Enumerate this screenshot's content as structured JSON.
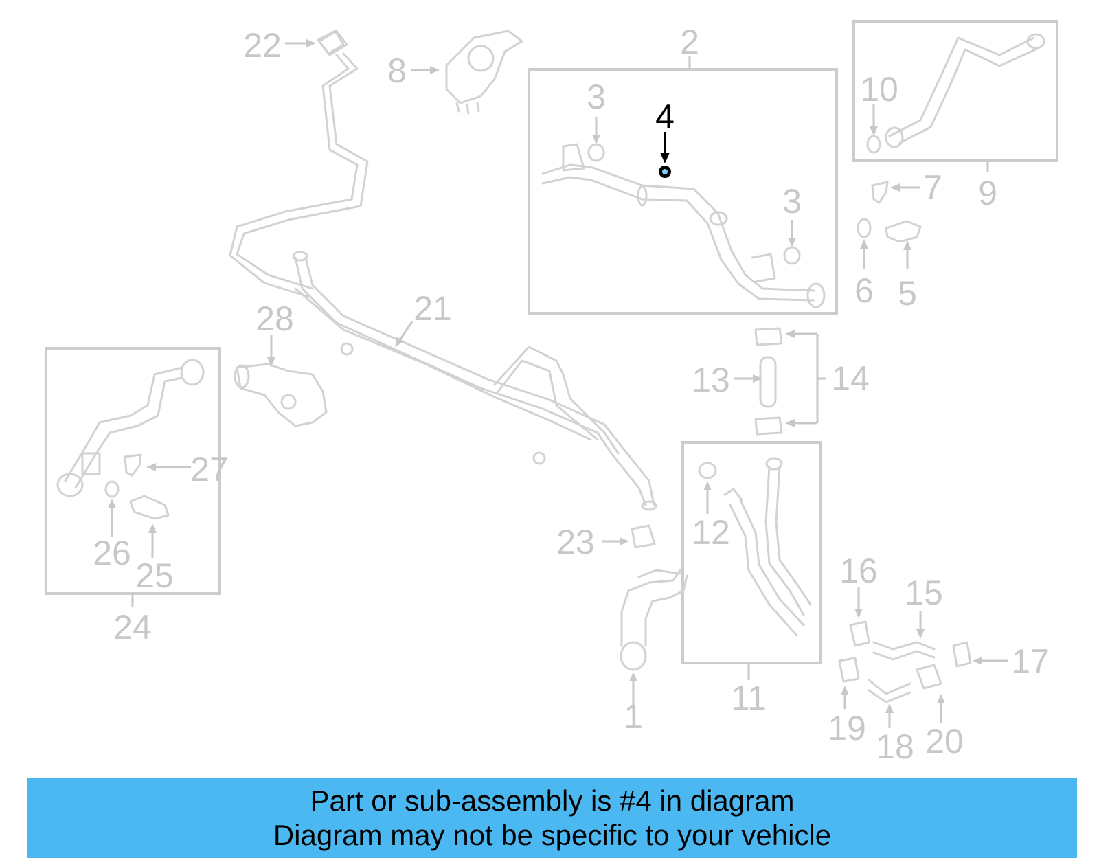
{
  "callouts": {
    "c1": "1",
    "c2": "2",
    "c3a": "3",
    "c3b": "3",
    "c4": "4",
    "c5": "5",
    "c6": "6",
    "c7": "7",
    "c8": "8",
    "c9": "9",
    "c10": "10",
    "c11": "11",
    "c12": "12",
    "c13": "13",
    "c14": "14",
    "c15": "15",
    "c16": "16",
    "c17": "17",
    "c18": "18",
    "c19": "19",
    "c20": "20",
    "c21": "21",
    "c22": "22",
    "c23": "23",
    "c24": "24",
    "c25": "25",
    "c26": "26",
    "c27": "27",
    "c28": "28"
  },
  "highlight": {
    "part_number": "4",
    "color": "#000000",
    "dim_color": "#c8c8c8"
  },
  "banner": {
    "line1": "Part or sub-assembly is #4 in diagram",
    "line2": "Diagram may not be specific to your vehicle",
    "background": "#4cb8f2"
  }
}
